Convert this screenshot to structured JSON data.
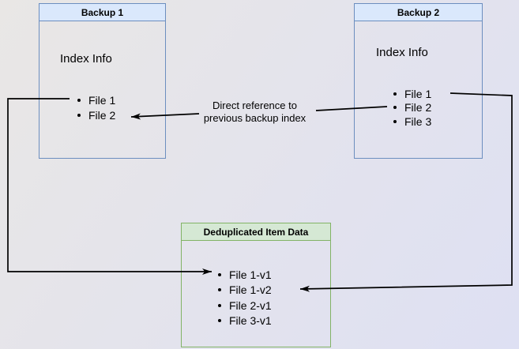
{
  "backup1": {
    "title": "Backup 1",
    "label": "Index Info",
    "items": [
      "File 1",
      "File 2"
    ]
  },
  "backup2": {
    "title": "Backup 2",
    "label": "Index Info",
    "items": [
      "File 1",
      "File 2",
      "File 3"
    ]
  },
  "dedup": {
    "title": "Deduplicated Item Data",
    "items": [
      "File 1-v1",
      "File 1-v2",
      "File 2-v1",
      "File 3-v1"
    ]
  },
  "annotation": {
    "line1": "Direct reference to",
    "line2": "previous backup index"
  },
  "colors": {
    "backup_header_fill": "#dae8fc",
    "backup_border": "#6c8ebf",
    "dedup_header_fill": "#d5e8d4",
    "dedup_border": "#82b366",
    "connector": "#000000",
    "background_start": "#e9e7e5",
    "background_end": "#dee0f3"
  }
}
